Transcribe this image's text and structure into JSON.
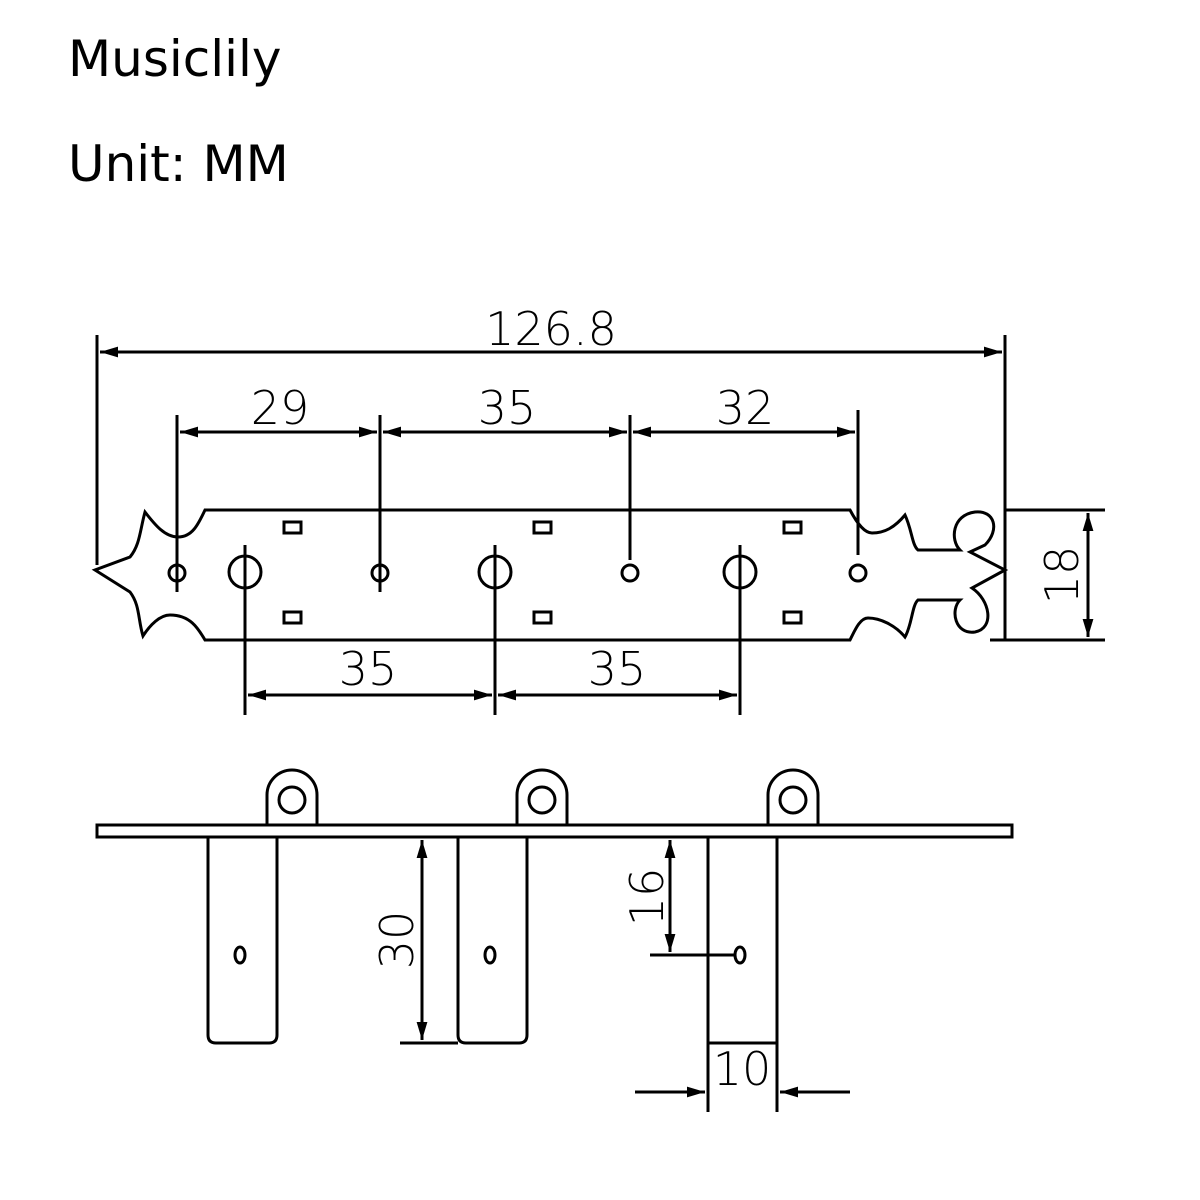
{
  "header": {
    "brand": "Musiclily",
    "unit": "Unit: MM"
  },
  "dimensions": {
    "overall_length": "126.8",
    "hole_spacing_1": "29",
    "hole_spacing_2": "35",
    "hole_spacing_3": "32",
    "post_spacing_1": "35",
    "post_spacing_2": "35",
    "plate_width": "18",
    "leg_length": "30",
    "hole_depth": "16",
    "leg_width": "10"
  },
  "colors": {
    "line": "#000000",
    "background": "#ffffff"
  }
}
